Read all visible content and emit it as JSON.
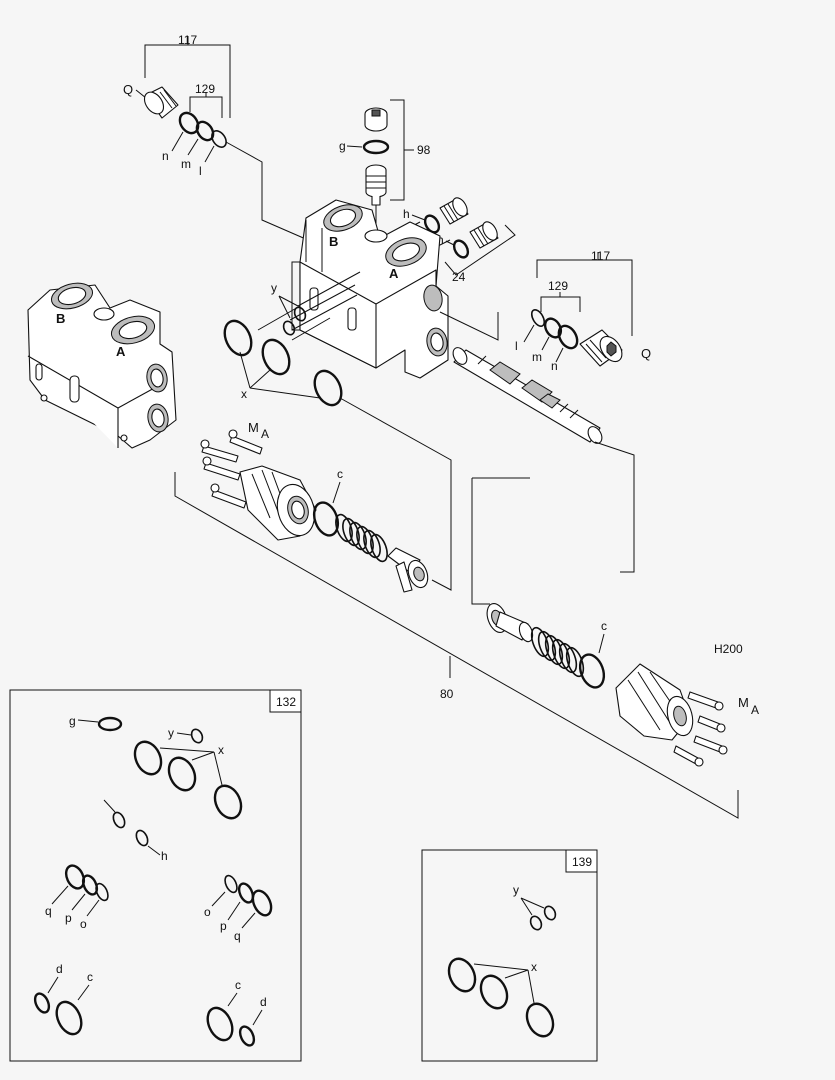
{
  "callouts": {
    "ref_117_top": "117",
    "ref_129_top": "129",
    "q_top": "Q",
    "n_top": "n",
    "m_top": "m",
    "l_top": "l",
    "g_main": "g",
    "ref_98": "98",
    "h_upper": "h",
    "h_lower": "h",
    "ref_24": "24",
    "ref_117_right": "117",
    "ref_129_right": "129",
    "l_right": "l",
    "m_right": "m",
    "n_right": "n",
    "q_right": "Q",
    "y_main": "y",
    "x_main": "x",
    "b_main": "B",
    "a_main": "A",
    "b_left": "B",
    "a_left": "A",
    "m_a_left_m": "M",
    "m_a_left_a": "A",
    "c_left": "c",
    "c_right": "c",
    "h200": "H200",
    "m_a_right_m": "M",
    "m_a_right_a": "A",
    "ref_80": "80"
  },
  "kit_132": {
    "tag": "132",
    "g": "g",
    "y": "y",
    "x": "x",
    "h": "h",
    "q_left": "q",
    "p_left": "p",
    "o_left": "o",
    "o_right": "o",
    "p_right": "p",
    "q_right": "q",
    "d_left": "d",
    "c_left": "c",
    "c_right": "c",
    "d_right": "d"
  },
  "kit_139": {
    "tag": "139",
    "y": "y",
    "x": "x"
  }
}
